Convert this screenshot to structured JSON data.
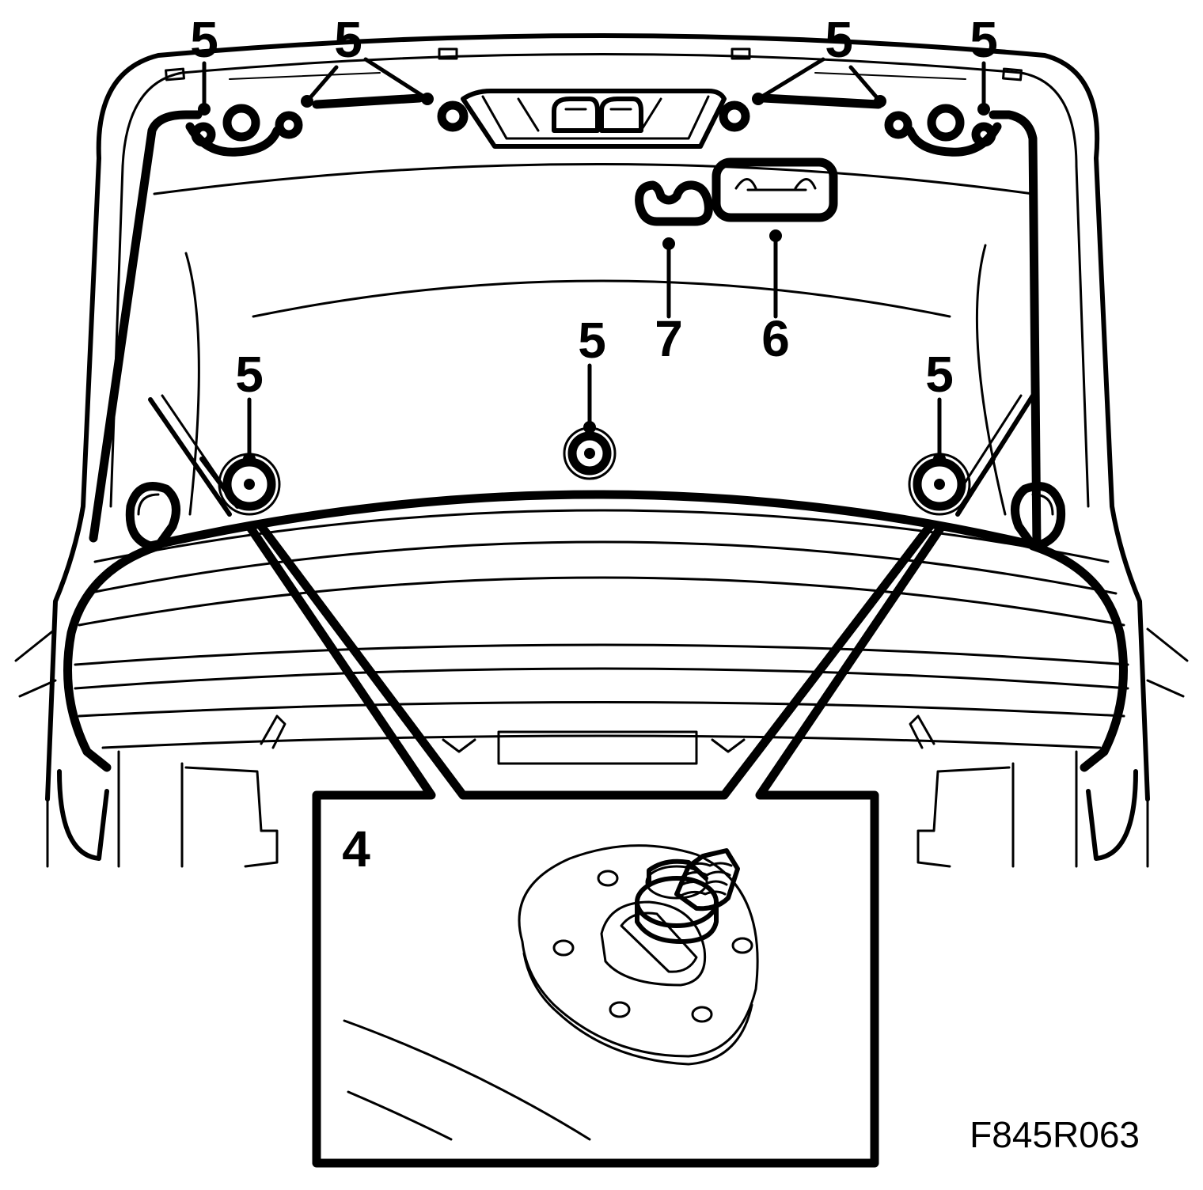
{
  "callouts": {
    "c5_a": "5",
    "c5_b": "5",
    "c5_c": "5",
    "c5_d": "5",
    "c5_left": "5",
    "c5_center": "5",
    "c5_right": "5",
    "c6": "6",
    "c7": "7",
    "c4": "4"
  },
  "figure_id": "F845R063",
  "colors": {
    "line": "#000000",
    "background": "#ffffff"
  }
}
